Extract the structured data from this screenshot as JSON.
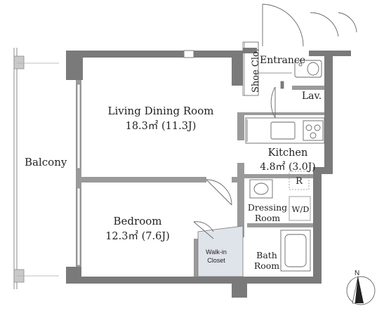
{
  "rooms": {
    "balcony": "Balcony",
    "living_name": "Living Dining Room",
    "living_area": "18.3㎡ (11.3J)",
    "bedroom_name": "Bedroom",
    "bedroom_area": "12.3㎡ (7.6J)",
    "kitchen_name": "Kitchen",
    "kitchen_area": "4.8㎡ (3.0J)",
    "entrance": "Entrance",
    "shoe_closet": "Shoe Clo.",
    "lavatory": "Lav.",
    "dressing_line1": "Dressing",
    "dressing_line2": "Room",
    "bath_line1": "Bath",
    "bath_line2": "Room",
    "walkin_line1": "Walk-in",
    "walkin_line2": "Closet",
    "refrigerator": "R",
    "washer": "W/D"
  },
  "compass": {
    "north": "N"
  },
  "colors": {
    "wall": "#7a7a7a",
    "wall_light": "#b5b5b5",
    "walkin_fill": "#dfe3ea",
    "line": "#555555"
  }
}
